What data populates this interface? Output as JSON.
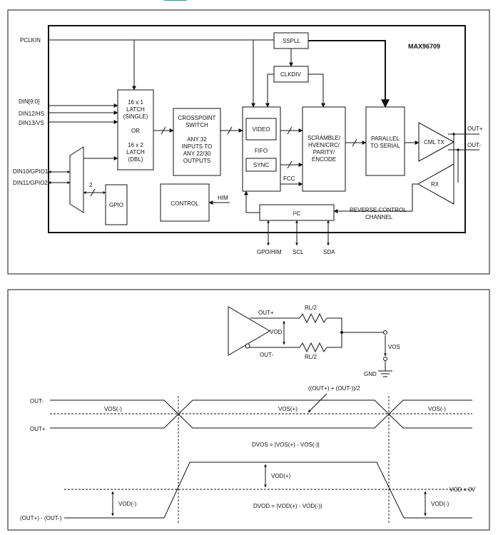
{
  "colors": {
    "ink": "#111111",
    "background": "#ffffff",
    "accent": "#2a9d8f"
  },
  "block_diagram": {
    "chip_name": "MAX96709",
    "pins_left": [
      "PCLKIN",
      "DIN[9:0]",
      "DIN12/HS",
      "DIN13/VS",
      "DIN10/GPIO1",
      "DIN11/GPIO2"
    ],
    "pins_right": [
      "OUT+",
      "OUT-"
    ],
    "pins_bottom": [
      "GPO/HIM",
      "SCL",
      "SDA"
    ],
    "bus_width": "2",
    "blocks": {
      "ssppll": "SSPLL",
      "clkdiv": "CLKDIV",
      "latch": [
        "16 x 1",
        "LATCH",
        "(SINGLE)",
        "OR",
        "16 x 2",
        "LATCH",
        "(DBL)"
      ],
      "crosspoint": [
        "CROSSPOINT",
        "SWITCH",
        "ANY 32",
        "INPUTS TO",
        "ANY 22/30",
        "OUTPUTS"
      ],
      "video": "VIDEO",
      "fifo": "FIFO",
      "sync": "SYNC",
      "fcc": "FCC",
      "scramble": [
        "SCRAMBLE/",
        "HVEN/CRC/",
        "PARITY/",
        "ENCODE"
      ],
      "parallel": [
        "PARALLEL",
        "TO SERIAL"
      ],
      "cml_tx": "CML TX",
      "rx": "RX",
      "gpio": "GPIO",
      "control": "CONTROL",
      "him": "HIM",
      "i2c": "I²C",
      "reverse_channel": [
        "REVERSE CONTROL",
        "CHANNEL"
      ]
    }
  },
  "waveform_diagram": {
    "circuit": {
      "out_plus": "OUT+",
      "out_minus": "OUT-",
      "resistor_top": "RL/2",
      "resistor_bottom": "RL/2",
      "vod": "VOD",
      "vos": "VOS",
      "gnd": "GND"
    },
    "common_mode_label": "((OUT+) + (OUT-))/2",
    "signal_labels": {
      "out_minus": "OUT-",
      "out_plus": "OUT+",
      "diff": "(OUT+) - (OUT-)"
    },
    "vos_labels": [
      "VOS(-)",
      "VOS(+)",
      "VOS(-)"
    ],
    "dvos_eq": "DVOS = |VOS(+) - VOS(-)|",
    "vod_plus": "VOD(+)",
    "vod_minus": "VOD(-)",
    "vod_minus_right": "VOD(-)",
    "vod_zero": "VOD = 0V",
    "dvod_eq": "DVOD = |VOD(+) - VOD(-)|"
  }
}
